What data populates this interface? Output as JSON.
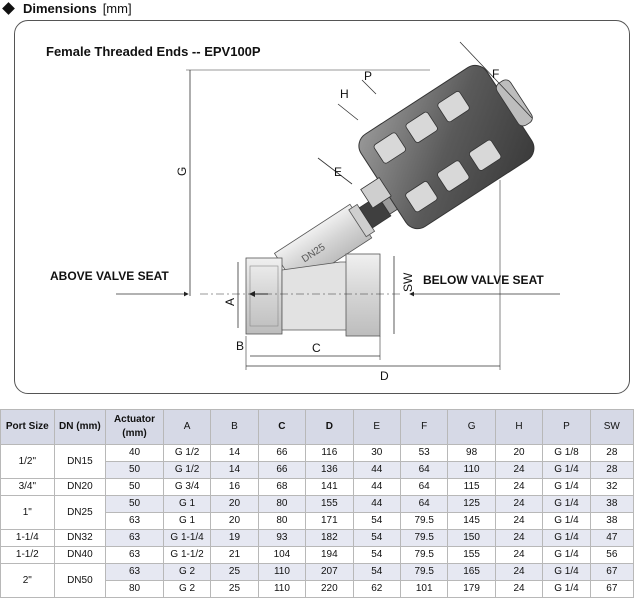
{
  "heading": {
    "title": "Dimensions",
    "unit": "[mm]"
  },
  "drawing": {
    "subtitle": "Female Threaded Ends -- EPV100P",
    "above_label": "ABOVE VALVE SEAT",
    "below_label": "BELOW VALVE SEAT",
    "body_marking": "DN25",
    "dims": {
      "A": "A",
      "B": "B",
      "C": "C",
      "D": "D",
      "E": "E",
      "F": "F",
      "G": "G",
      "H": "H",
      "P": "P",
      "SW": "SW"
    }
  },
  "table": {
    "headers": [
      {
        "key": "port",
        "label": "Port Size",
        "bold": true
      },
      {
        "key": "dn",
        "label": "DN (mm)",
        "bold": true
      },
      {
        "key": "act",
        "label": "Actuator (mm)",
        "bold": true
      },
      {
        "key": "A",
        "label": "A",
        "bold": false
      },
      {
        "key": "B",
        "label": "B",
        "bold": false
      },
      {
        "key": "C",
        "label": "C",
        "bold": true
      },
      {
        "key": "D",
        "label": "D",
        "bold": true
      },
      {
        "key": "E",
        "label": "E",
        "bold": false
      },
      {
        "key": "F",
        "label": "F",
        "bold": false
      },
      {
        "key": "G",
        "label": "G",
        "bold": false
      },
      {
        "key": "H",
        "label": "H",
        "bold": false
      },
      {
        "key": "P",
        "label": "P",
        "bold": false
      },
      {
        "key": "SW",
        "label": "SW",
        "bold": false
      }
    ],
    "groups": [
      {
        "port": "1/2\"",
        "dn": "DN15",
        "rows": [
          [
            "40",
            "G 1/2",
            "14",
            "66",
            "116",
            "30",
            "53",
            "98",
            "20",
            "G 1/8",
            "28"
          ],
          [
            "50",
            "G 1/2",
            "14",
            "66",
            "136",
            "44",
            "64",
            "110",
            "24",
            "G 1/4",
            "28"
          ]
        ]
      },
      {
        "port": "3/4\"",
        "dn": "DN20",
        "rows": [
          [
            "50",
            "G 3/4",
            "16",
            "68",
            "141",
            "44",
            "64",
            "115",
            "24",
            "G 1/4",
            "32"
          ]
        ]
      },
      {
        "port": "1\"",
        "dn": "DN25",
        "rows": [
          [
            "50",
            "G 1",
            "20",
            "80",
            "155",
            "44",
            "64",
            "125",
            "24",
            "G 1/4",
            "38"
          ],
          [
            "63",
            "G 1",
            "20",
            "80",
            "171",
            "54",
            "79.5",
            "145",
            "24",
            "G 1/4",
            "38"
          ]
        ]
      },
      {
        "port": "1-1/4",
        "dn": "DN32",
        "rows": [
          [
            "63",
            "G 1-1/4",
            "19",
            "93",
            "182",
            "54",
            "79.5",
            "150",
            "24",
            "G 1/4",
            "47"
          ]
        ]
      },
      {
        "port": "1-1/2",
        "dn": "DN40",
        "rows": [
          [
            "63",
            "G 1-1/2",
            "21",
            "104",
            "194",
            "54",
            "79.5",
            "155",
            "24",
            "G 1/4",
            "56"
          ]
        ]
      },
      {
        "port": "2\"",
        "dn": "DN50",
        "rows": [
          [
            "63",
            "G 2",
            "25",
            "110",
            "207",
            "54",
            "79.5",
            "165",
            "24",
            "G 1/4",
            "67"
          ],
          [
            "80",
            "G 2",
            "25",
            "110",
            "220",
            "62",
            "101",
            "179",
            "24",
            "G 1/4",
            "67"
          ]
        ]
      }
    ]
  }
}
